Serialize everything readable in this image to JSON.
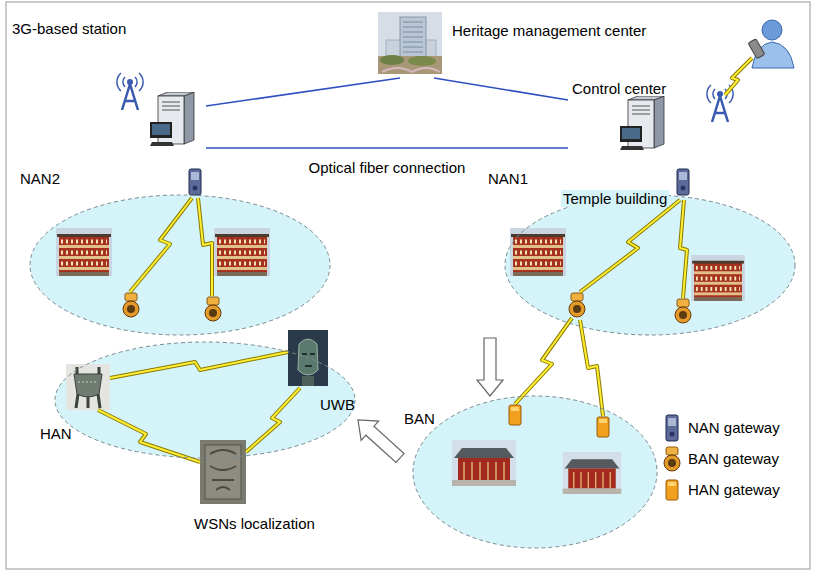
{
  "diagram": {
    "nodes": [
      {
        "text": [
          "Heritage management center"
        ]
      },
      {
        "text": [
          "3G-based station"
        ]
      },
      {
        "text": [
          "Control center"
        ]
      },
      {
        "text": [
          "NAN2"
        ]
      },
      {
        "text": [
          "NAN1"
        ]
      },
      {
        "text": [
          "BAN"
        ]
      },
      {
        "text": [
          "HAN"
        ]
      }
    ],
    "edges": [
      {
        "from": 0,
        "to": 1,
        "arrow": "none"
      },
      {
        "from": 0,
        "to": 2,
        "arrow": "none"
      },
      {
        "from": 1,
        "to": 2,
        "label": "Optical fiber connection",
        "arrow": "none"
      },
      {
        "from": 4,
        "to": 5,
        "arrow": "to"
      },
      {
        "from": 5,
        "to": 6,
        "arrow": "to"
      }
    ],
    "labels": [
      "Temple building",
      "UWB",
      "WSNs localization"
    ],
    "legend": [
      {
        "text": "NAN gateway"
      },
      {
        "text": "BAN gateway"
      },
      {
        "text": "HAN gateway"
      }
    ]
  }
}
